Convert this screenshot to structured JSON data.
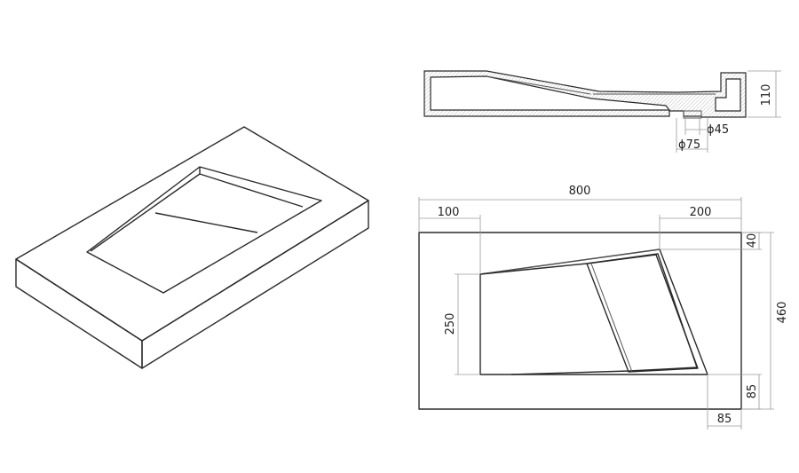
{
  "dimensions": {
    "overall_width": "800",
    "left_offset": "100",
    "right_offset": "200",
    "top_offset": "40",
    "overall_depth": "460",
    "basin_depth": "250",
    "bottom_offset_v": "85",
    "bottom_offset_h": "85",
    "height": "110",
    "drain_diameter_small": "ϕ45",
    "drain_diameter_large": "ϕ75"
  },
  "colors": {
    "line": "#2a2a2a",
    "dimension": "#9a9a9a",
    "hatch": "#bdbdbd"
  }
}
